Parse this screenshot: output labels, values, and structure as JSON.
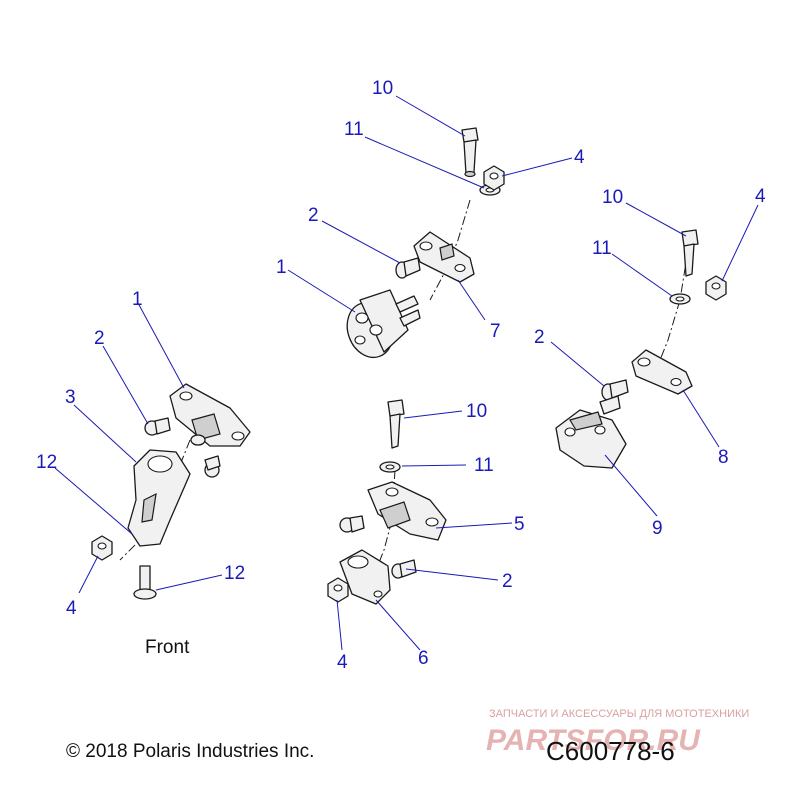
{
  "callouts": {
    "c10a": "10",
    "c11a": "11",
    "c4a": "4",
    "c2a": "2",
    "c1a": "1",
    "c7": "7",
    "c10b": "10",
    "c11b": "11",
    "c4b": "4",
    "c2b": "2",
    "c8": "8",
    "c9": "9",
    "c1b": "1",
    "c2c": "2",
    "c3": "3",
    "c12a": "12",
    "c4c": "4",
    "c12b": "12",
    "c10c": "10",
    "c11c": "11",
    "c5": "5",
    "c2d": "2",
    "c4d": "4",
    "c6": "6"
  },
  "labels": {
    "front": "Front",
    "copyright": "© 2018 Polaris Industries Inc.",
    "diagram_code": "C600778-6"
  },
  "watermark": {
    "tagline": "ЗАПЧАСТИ И АКСЕССУАРЫ ДЛЯ МОТОТЕХНИКИ",
    "brand": "PARTSFOR.RU"
  },
  "colors": {
    "callout": "#1a1ab8",
    "line_art": "#1a1a1a",
    "watermark": "#e6b3b3"
  }
}
